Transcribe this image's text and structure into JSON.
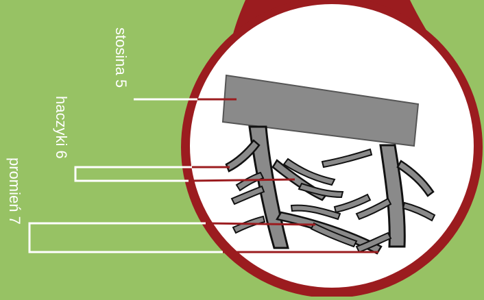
{
  "labels": {
    "stosina": "stosina 5",
    "haczyki": "haczyki 6",
    "promien": "promień 7"
  },
  "colors": {
    "background": "#97c264",
    "rim": "#9b1c1f",
    "lens": "#ffffff",
    "structure": "#8a8a8a",
    "outline": "#111111",
    "leader_white": "#ffffff",
    "leader_red": "#9b1c1f"
  }
}
